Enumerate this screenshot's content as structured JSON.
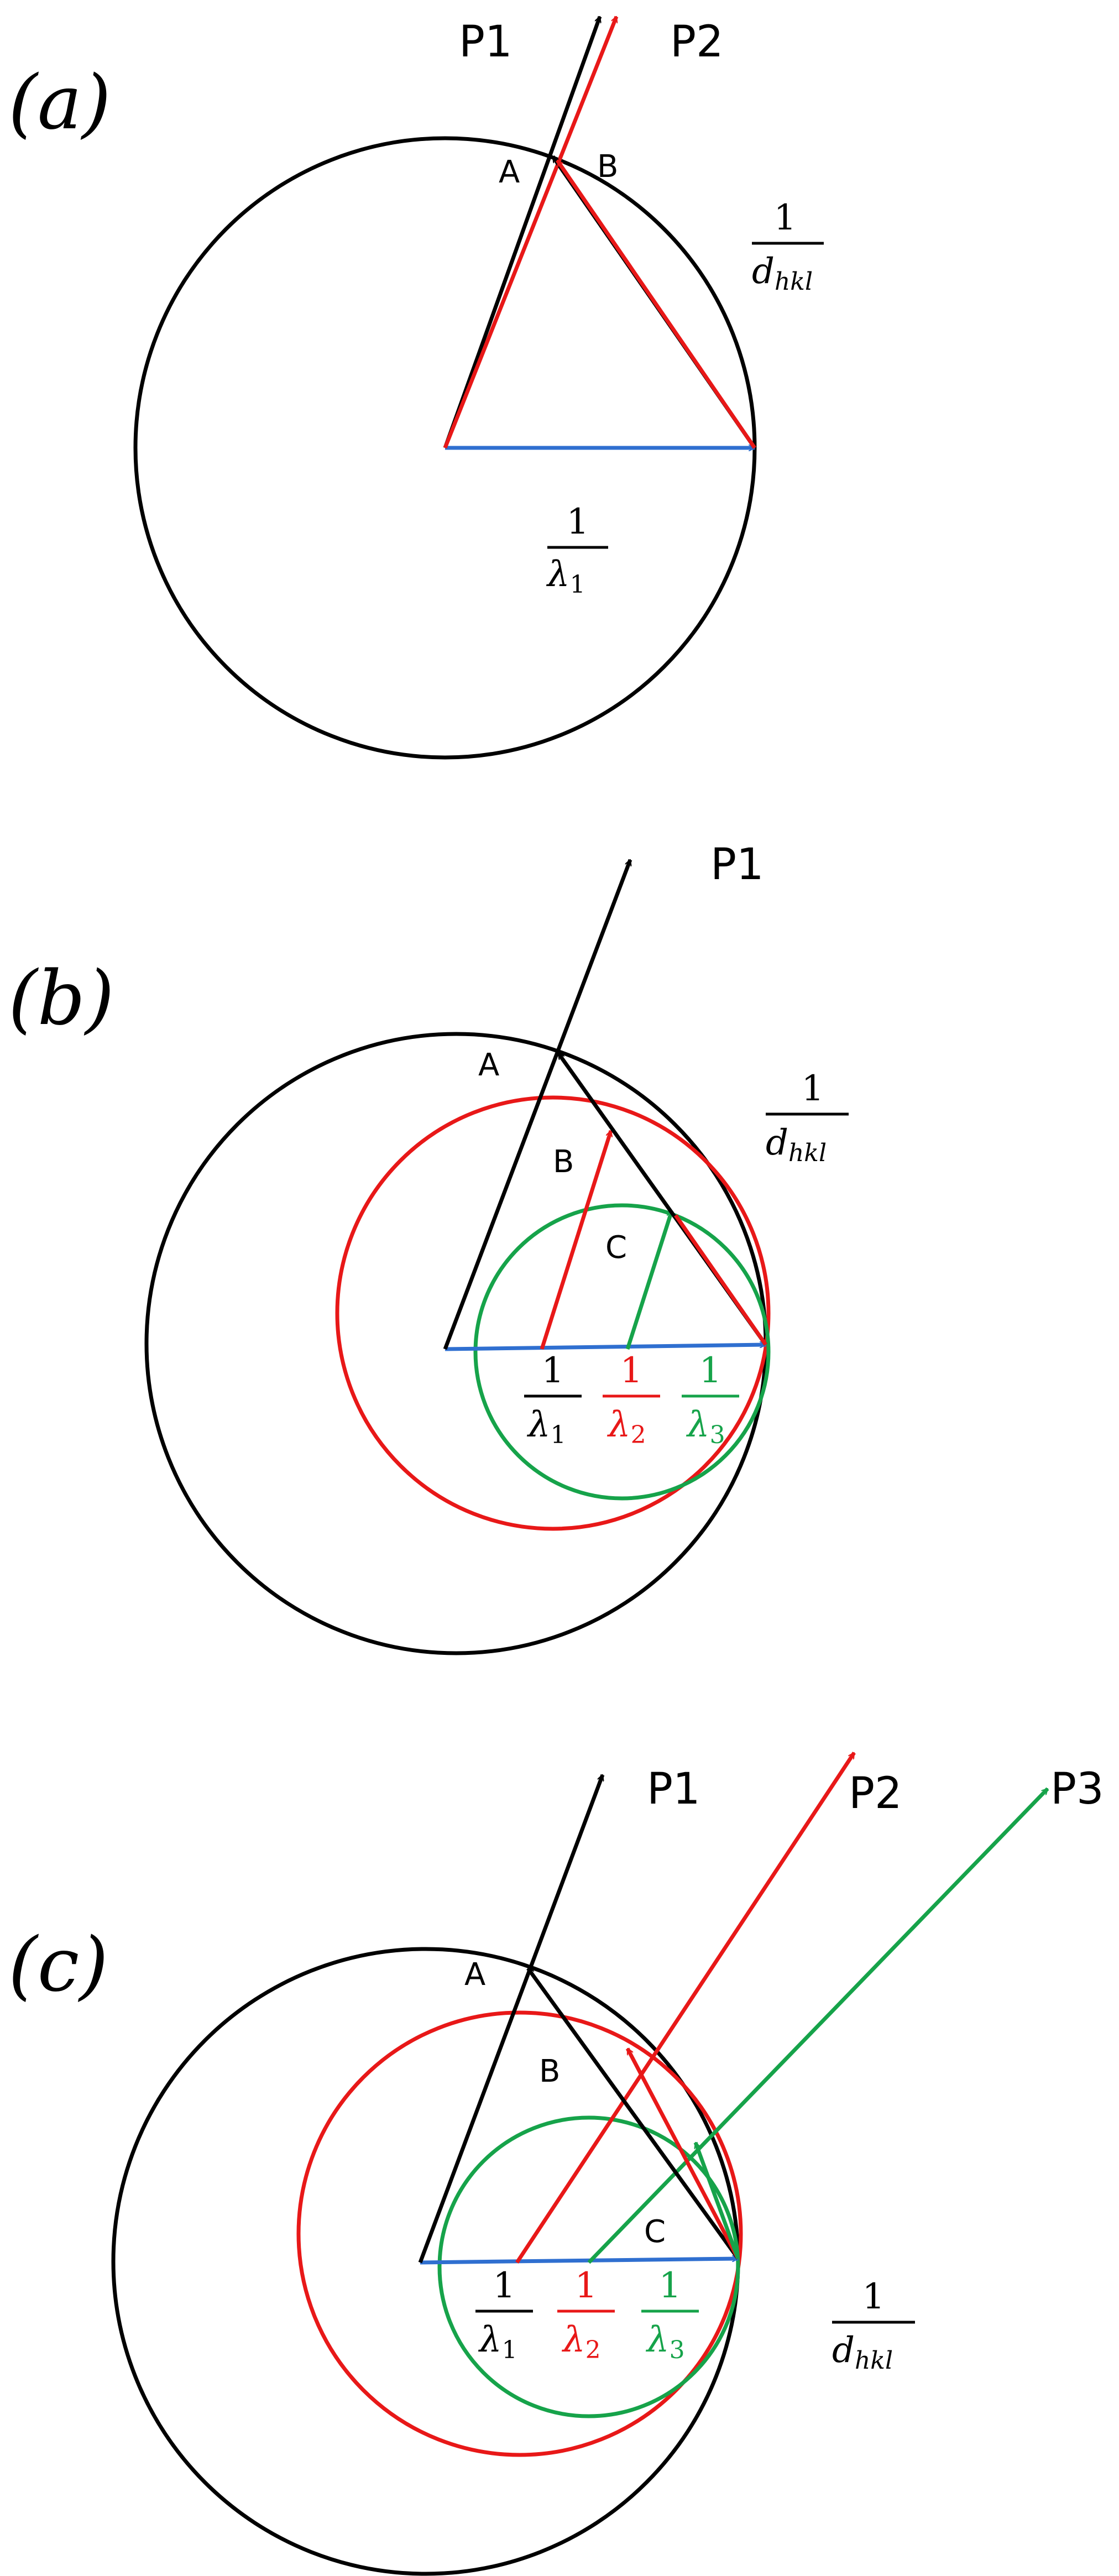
{
  "colors": {
    "black": "#000000",
    "red": "#e81818",
    "green": "#16a34a",
    "blue": "#2f6fd0"
  },
  "panels": [
    {
      "label": "(a)",
      "points": {
        "P1": "P1",
        "P2": "P2",
        "A": "A",
        "B": "B"
      },
      "d_num": "1",
      "d_den": "d",
      "d_sub": "hkl",
      "lam1_num": "1",
      "lam1_den": "λ",
      "lam1_sub": "1"
    },
    {
      "label": "(b)",
      "points": {
        "P1": "P1",
        "A": "A",
        "B": "B",
        "C": "C"
      },
      "d_num": "1",
      "d_den": "d",
      "d_sub": "hkl",
      "lam": [
        {
          "num": "1",
          "den": "λ",
          "sub": "1"
        },
        {
          "num": "1",
          "den": "λ",
          "sub": "2"
        },
        {
          "num": "1",
          "den": "λ",
          "sub": "3"
        }
      ]
    },
    {
      "label": "(c)",
      "points": {
        "P1": "P1",
        "P2": "P2",
        "P3": "P3",
        "A": "A",
        "B": "B",
        "C": "C"
      },
      "d_num": "1",
      "d_den": "d",
      "d_sub": "hkl",
      "lam": [
        {
          "num": "1",
          "den": "λ",
          "sub": "1"
        },
        {
          "num": "1",
          "den": "λ",
          "sub": "2"
        },
        {
          "num": "1",
          "den": "λ",
          "sub": "3"
        }
      ]
    }
  ]
}
